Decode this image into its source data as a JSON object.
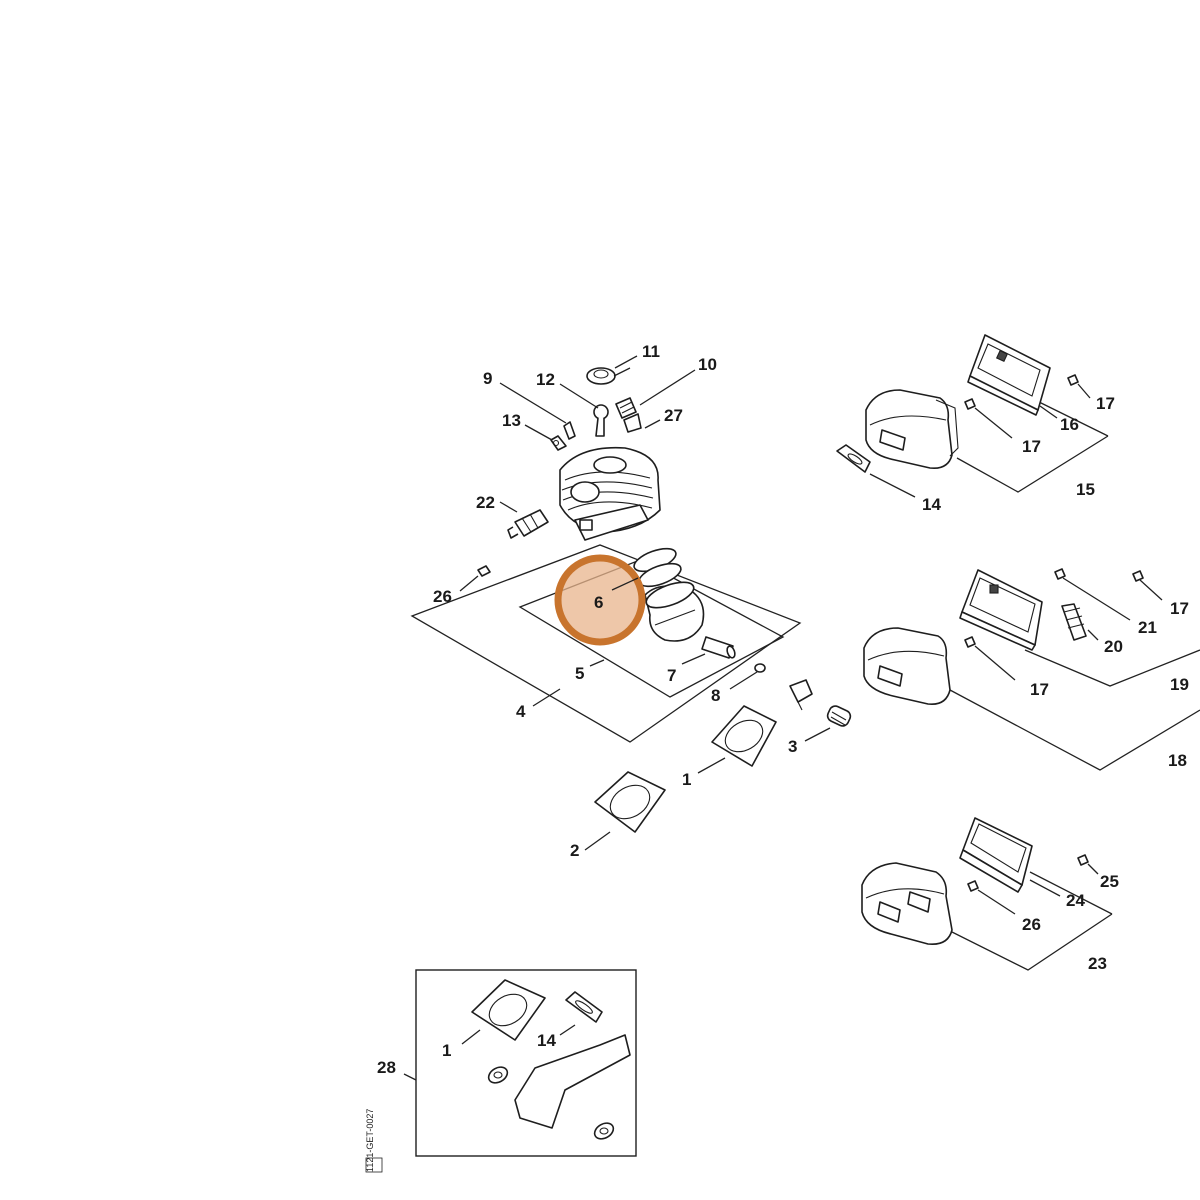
{
  "diagram": {
    "highlighted_callout": "6",
    "highlight_color": "#c8742d",
    "drawing_code": "1121-GET-0027",
    "callouts": {
      "c1": "1",
      "c1b": "1",
      "c2": "2",
      "c3": "3",
      "c4": "4",
      "c5": "5",
      "c6": "6",
      "c7": "7",
      "c8": "8",
      "c9": "9",
      "c10": "10",
      "c11": "11",
      "c12": "12",
      "c13": "13",
      "c14": "14",
      "c14b": "14",
      "c15": "15",
      "c16": "16",
      "c17a": "17",
      "c17b": "17",
      "c17c": "17",
      "c17d": "17",
      "c18": "18",
      "c19": "19",
      "c20": "20",
      "c21": "21",
      "c22": "22",
      "c23": "23",
      "c24": "24",
      "c25": "25",
      "c26a": "26",
      "c26b": "26",
      "c27": "27",
      "c28": "28"
    }
  }
}
